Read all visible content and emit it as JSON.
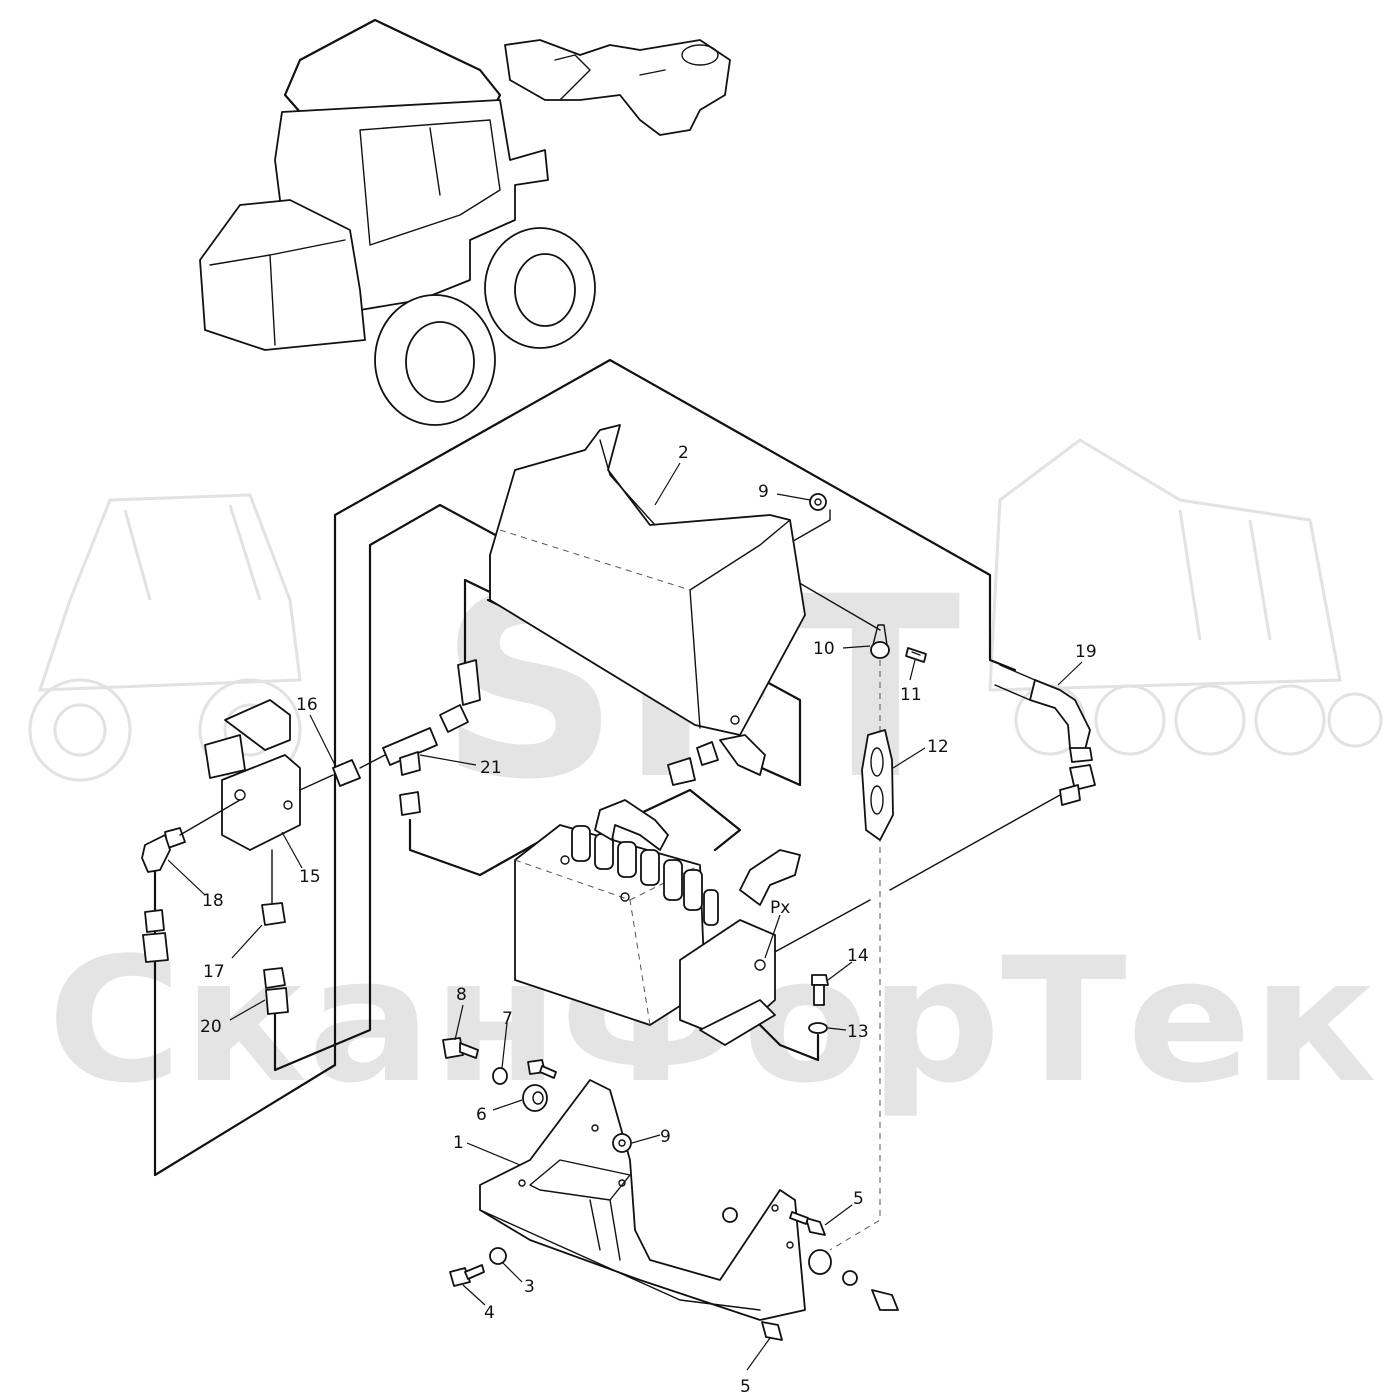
{
  "watermark": {
    "latin": "SFT",
    "cyrillic": "СканФорТек"
  },
  "callouts": [
    {
      "id": "c2",
      "label": "2"
    },
    {
      "id": "c9a",
      "label": "9"
    },
    {
      "id": "c10",
      "label": "10"
    },
    {
      "id": "c11",
      "label": "11"
    },
    {
      "id": "c19",
      "label": "19"
    },
    {
      "id": "c16",
      "label": "16"
    },
    {
      "id": "c21",
      "label": "21"
    },
    {
      "id": "c12",
      "label": "12"
    },
    {
      "id": "c15",
      "label": "15"
    },
    {
      "id": "c18",
      "label": "18"
    },
    {
      "id": "c17",
      "label": "17"
    },
    {
      "id": "c20",
      "label": "20"
    },
    {
      "id": "cPx",
      "label": "Px"
    },
    {
      "id": "c14",
      "label": "14"
    },
    {
      "id": "c13",
      "label": "13"
    },
    {
      "id": "c8",
      "label": "8"
    },
    {
      "id": "c7",
      "label": "7"
    },
    {
      "id": "c6",
      "label": "6"
    },
    {
      "id": "c9b",
      "label": "9"
    },
    {
      "id": "c1",
      "label": "1"
    },
    {
      "id": "c5a",
      "label": "5"
    },
    {
      "id": "c3",
      "label": "3"
    },
    {
      "id": "c4",
      "label": "4"
    },
    {
      "id": "c5b",
      "label": "5"
    }
  ]
}
